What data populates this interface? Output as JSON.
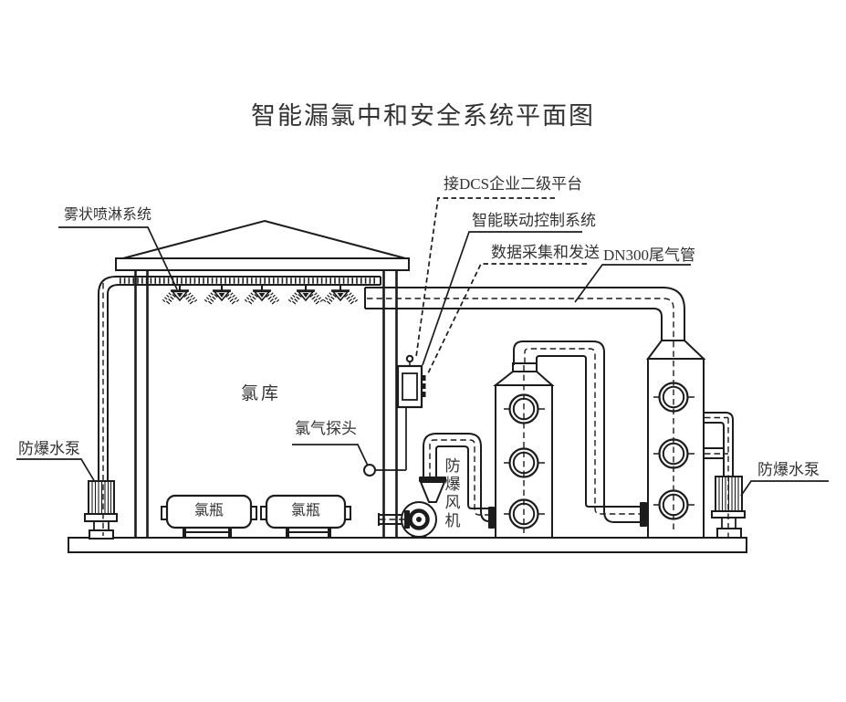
{
  "title": "智能漏氯中和安全系统平面图",
  "labels": {
    "dcs_platform": "接DCS企业二级平台",
    "control_system": "智能联动控制系统",
    "data_collection": "数据采集和发送",
    "exhaust_pipe": "DN300尾气管",
    "spray_system": "雾状喷淋系统",
    "pump_left": "防爆水泵",
    "pump_right": "防爆水泵",
    "chlorine_storage": "氯库",
    "gas_probe": "氯气探头",
    "cylinder_1": "氯瓶",
    "cylinder_2": "氯瓶",
    "fan": "防爆风机"
  },
  "colors": {
    "line": "#1c1c1c",
    "text": "#333333",
    "background": "#ffffff"
  }
}
